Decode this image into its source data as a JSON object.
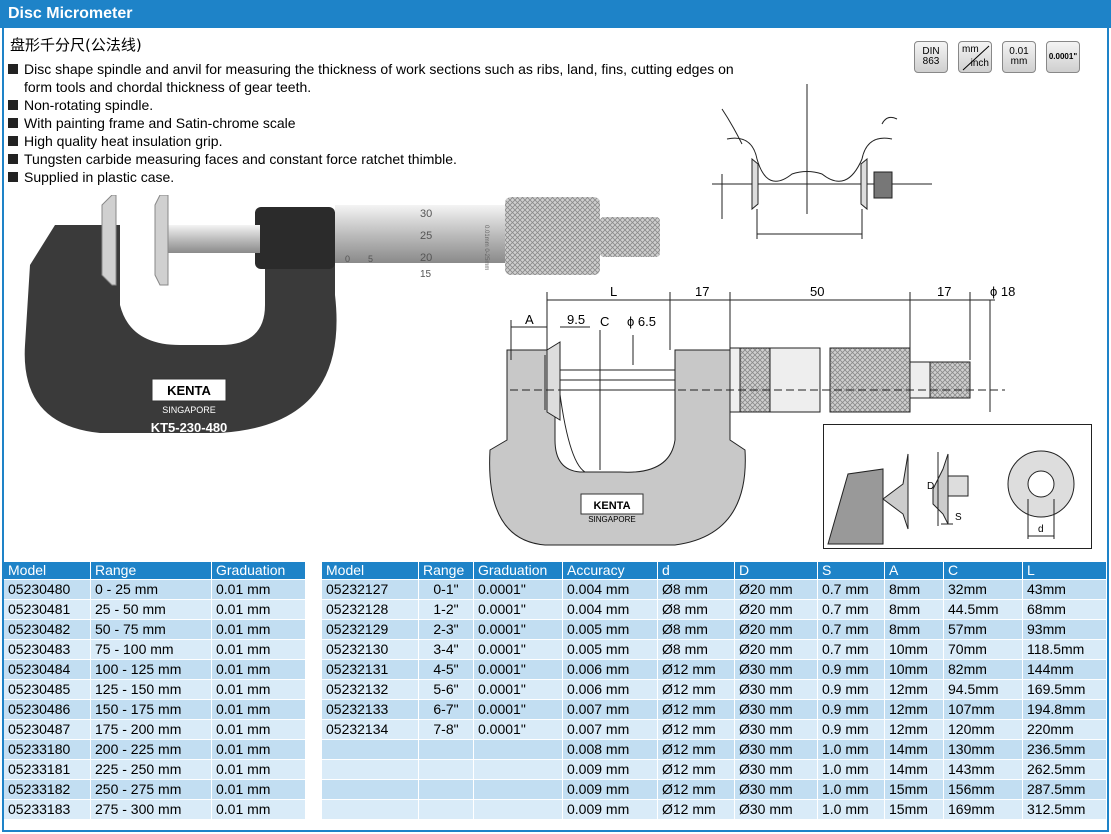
{
  "title": "Disc Micrometer",
  "subtitle": "盘形千分尺(公法线)",
  "features": [
    "Disc shape spindle and anvil for measuring the thickness of work sections such as ribs, land, fins, cutting edges on form tools and chordal thickness of gear teeth.",
    "Non-rotating spindle.",
    "With painting frame and Satin-chrome scale",
    "High quality heat insulation grip.",
    "Tungsten carbide measuring faces and constant force ratchet thimble.",
    "Supplied in plastic case."
  ],
  "badges": {
    "din": [
      "DIN",
      "863"
    ],
    "unit": [
      "mm",
      "inch"
    ],
    "grad_metric": [
      "0.01",
      "mm"
    ],
    "grad_inch": "0.0001\""
  },
  "photo": {
    "brand": "KENTA",
    "country": "SINGAPORE",
    "model_mark": "KT5-230-480",
    "scale_marks": [
      "30",
      "25",
      "20",
      "15",
      "0",
      "5"
    ],
    "sleeve_text": "0.01mm 0-25mm"
  },
  "drawing": {
    "labels": {
      "L": "L",
      "d17a": "17",
      "d50": "50",
      "d17b": "17",
      "phi18": "ϕ 18",
      "A": "A",
      "d9_5": "9.5",
      "C": "C",
      "phi6_5": "ϕ 6.5",
      "D": "D",
      "S": "S",
      "d": "d"
    },
    "brand": "KENTA",
    "country": "SINGAPORE"
  },
  "table_metric": {
    "headers": [
      "Model",
      "Range",
      "Graduation"
    ],
    "rows": [
      [
        "05230480",
        "0 - 25 mm",
        "0.01 mm"
      ],
      [
        "05230481",
        "25 - 50 mm",
        "0.01 mm"
      ],
      [
        "05230482",
        "50 - 75 mm",
        "0.01 mm"
      ],
      [
        "05230483",
        "75 - 100 mm",
        "0.01 mm"
      ],
      [
        "05230484",
        "100 - 125 mm",
        "0.01 mm"
      ],
      [
        "05230485",
        "125 - 150 mm",
        "0.01 mm"
      ],
      [
        "05230486",
        "150 - 175 mm",
        "0.01 mm"
      ],
      [
        "05230487",
        "175 - 200 mm",
        "0.01 mm"
      ],
      [
        "05233180",
        "200 - 225 mm",
        "0.01 mm"
      ],
      [
        "05233181",
        "225 - 250 mm",
        "0.01 mm"
      ],
      [
        "05233182",
        "250 - 275 mm",
        "0.01 mm"
      ],
      [
        "05233183",
        "275 - 300 mm",
        "0.01 mm"
      ]
    ]
  },
  "table_inch": {
    "headers": [
      "Model",
      "Range",
      "Graduation",
      "Accuracy",
      "d",
      "D",
      "S",
      "A",
      "C",
      "L"
    ],
    "rows": [
      [
        "05232127",
        "0-1\"",
        "0.0001\"",
        "0.004 mm",
        "Ø8 mm",
        "Ø20 mm",
        "0.7 mm",
        "8mm",
        "32mm",
        "43mm"
      ],
      [
        "05232128",
        "1-2\"",
        "0.0001\"",
        "0.004 mm",
        "Ø8 mm",
        "Ø20 mm",
        "0.7 mm",
        "8mm",
        "44.5mm",
        "68mm"
      ],
      [
        "05232129",
        "2-3\"",
        "0.0001\"",
        "0.005 mm",
        "Ø8 mm",
        "Ø20 mm",
        "0.7 mm",
        "8mm",
        "57mm",
        "93mm"
      ],
      [
        "05232130",
        "3-4\"",
        "0.0001\"",
        "0.005 mm",
        "Ø8 mm",
        "Ø20 mm",
        "0.7 mm",
        "10mm",
        "70mm",
        "118.5mm"
      ],
      [
        "05232131",
        "4-5\"",
        "0.0001\"",
        "0.006 mm",
        "Ø12 mm",
        "Ø30 mm",
        "0.9 mm",
        "10mm",
        "82mm",
        "144mm"
      ],
      [
        "05232132",
        "5-6\"",
        "0.0001\"",
        "0.006 mm",
        "Ø12 mm",
        "Ø30 mm",
        "0.9 mm",
        "12mm",
        "94.5mm",
        "169.5mm"
      ],
      [
        "05232133",
        "6-7\"",
        "0.0001\"",
        "0.007 mm",
        "Ø12 mm",
        "Ø30 mm",
        "0.9 mm",
        "12mm",
        "107mm",
        "194.8mm"
      ],
      [
        "05232134",
        "7-8\"",
        "0.0001\"",
        "0.007 mm",
        "Ø12 mm",
        "Ø30 mm",
        "0.9 mm",
        "12mm",
        "120mm",
        "220mm"
      ],
      [
        "",
        "",
        "",
        "0.008 mm",
        "Ø12 mm",
        "Ø30 mm",
        "1.0 mm",
        "14mm",
        "130mm",
        "236.5mm"
      ],
      [
        "",
        "",
        "",
        "0.009 mm",
        "Ø12 mm",
        "Ø30 mm",
        "1.0 mm",
        "14mm",
        "143mm",
        "262.5mm"
      ],
      [
        "",
        "",
        "",
        "0.009 mm",
        "Ø12 mm",
        "Ø30 mm",
        "1.0 mm",
        "15mm",
        "156mm",
        "287.5mm"
      ],
      [
        "",
        "",
        "",
        "0.009 mm",
        "Ø12 mm",
        "Ø30 mm",
        "1.0 mm",
        "15mm",
        "169mm",
        "312.5mm"
      ]
    ]
  },
  "colors": {
    "accent": "#1e83c8",
    "row_light": "#d9ebf8",
    "row_dark": "#c2def2"
  }
}
